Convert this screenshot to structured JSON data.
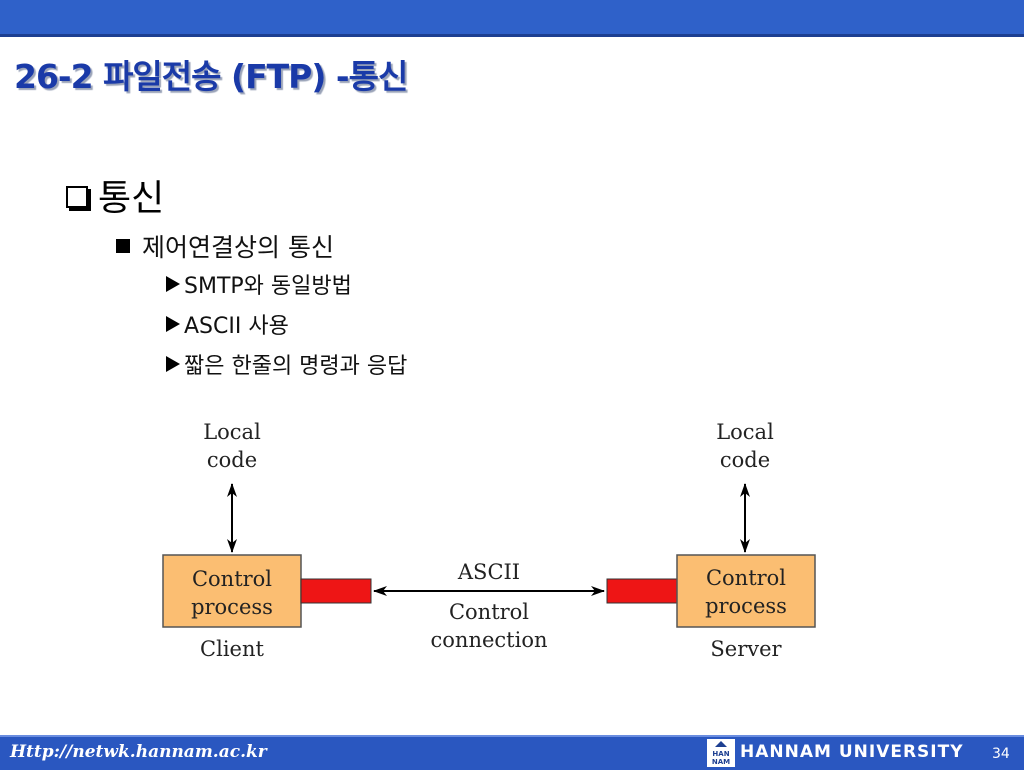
{
  "slide": {
    "title": "26-2 파일전송 (FTP) -통신",
    "bullets": {
      "level1": "통신",
      "level2": "제어연결상의 통신",
      "level3": [
        "SMTP와 동일방법",
        "ASCII 사용",
        "짧은 한줄의 명령과 응답"
      ]
    }
  },
  "diagram": {
    "client": {
      "local_code": [
        "Local",
        "code"
      ],
      "box": [
        "Control",
        "process"
      ],
      "caption": "Client"
    },
    "server": {
      "local_code": [
        "Local",
        "code"
      ],
      "box": [
        "Control",
        "process"
      ],
      "caption": "Server"
    },
    "connection": {
      "top_label": "ASCII",
      "bottom_label": [
        "Control",
        "connection"
      ]
    },
    "colors": {
      "process_box": "#fbbe72",
      "connector": "#ee1515",
      "arrow": "#000000"
    }
  },
  "footer": {
    "url": "Http://netwk.hannam.ac.kr",
    "university": "HANNAM  UNIVERSITY",
    "logo_text": [
      "HAN",
      "NAM"
    ],
    "page_number": "34"
  },
  "theme": {
    "header_bar": "#2f61c9",
    "title_color": "#1a3aa8",
    "footer_bar": "#2a57c0"
  }
}
